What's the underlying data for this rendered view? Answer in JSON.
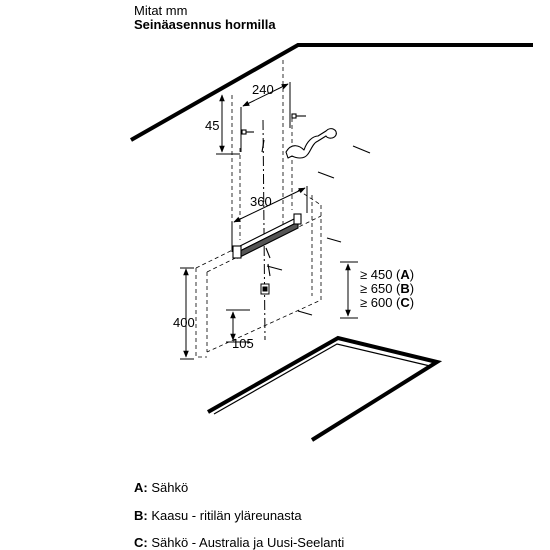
{
  "header": {
    "unit_label": "Mitat mm",
    "title": "Seinäasennus hormilla"
  },
  "dimensions": {
    "d240": "240",
    "d45": "45",
    "d360": "360",
    "d400": "400",
    "d105": "105",
    "height_a_prefix": "≥ 450 (",
    "height_a_letter": "A",
    "height_a_suffix": ")",
    "height_b_prefix": "≥ 650 (",
    "height_b_letter": "B",
    "height_b_suffix": ")",
    "height_c_prefix": "≥ 600 (",
    "height_c_letter": "C",
    "height_c_suffix": ")"
  },
  "legend": [
    {
      "letter": "A:",
      "text": " Sähkö"
    },
    {
      "letter": "B:",
      "text": " Kaasu - ritilän yläreunasta"
    },
    {
      "letter": "C:",
      "text": " Sähkö - Australia ja Uusi-Seelanti"
    }
  ]
}
